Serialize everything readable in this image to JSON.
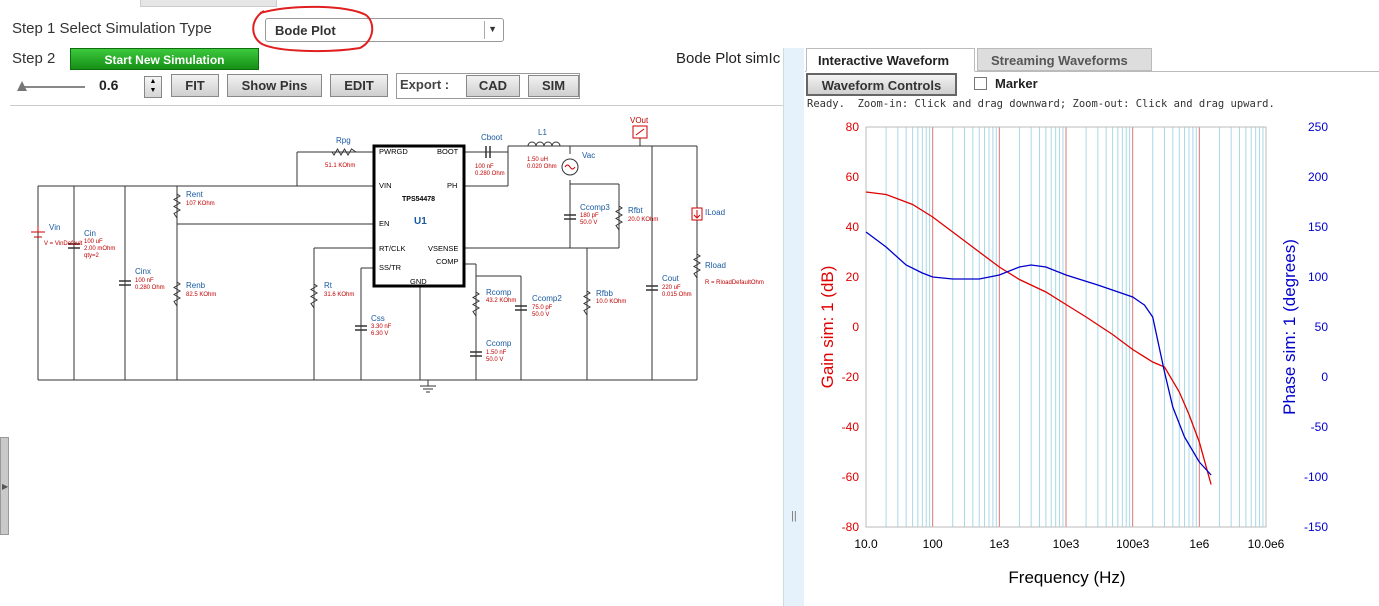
{
  "step1": {
    "label": "Step 1 Select Simulation Type",
    "select_value": "Bode Plot"
  },
  "step2": {
    "label": "Step 2",
    "start_button": "Start New Simulation",
    "status_text": "Bode Plot simIc"
  },
  "toolbar": {
    "zoom_value": "0.6",
    "fit": "FIT",
    "show_pins": "Show Pins",
    "edit": "EDIT",
    "export_label": "Export :",
    "cad": "CAD",
    "sim": "SIM"
  },
  "tabs": {
    "interactive": "Interactive Waveform",
    "streaming": "Streaming Waveforms"
  },
  "waveform": {
    "controls_button": "Waveform Controls",
    "marker_label": "Marker",
    "marker_checked": false,
    "status": "Ready.  Zoom-in: Click and drag downward; Zoom-out: Click and drag upward."
  },
  "colors": {
    "gain": "#e00000",
    "phase": "#0000cc",
    "start_green": "#22aa22",
    "annotation_circle": "#e02020"
  },
  "schematic": {
    "ic_name": "TPS54478",
    "ic_ref": "U1",
    "pins": {
      "pwrgd": "PWRGD",
      "boot": "BOOT",
      "vin": "VIN",
      "ph": "PH",
      "en": "EN",
      "rtclk": "RT/CLK",
      "vsense": "VSENSE",
      "sstr": "SS/TR",
      "comp": "COMP",
      "gnd": "GND"
    },
    "components": {
      "rpg": {
        "name": "Rpg",
        "value": "51.1 KOhm"
      },
      "cboot": {
        "name": "Cboot",
        "v1": "100 nF",
        "v2": "0.280 Ohm"
      },
      "l1": {
        "name": "L1",
        "v1": "1.50 uH",
        "v2": "0.020 Ohm"
      },
      "vac": {
        "name": "Vac"
      },
      "vout": {
        "name": "VOut"
      },
      "rent": {
        "name": "Rent",
        "value": "107 KOhm"
      },
      "renb": {
        "name": "Renb",
        "value": "82.5 KOhm"
      },
      "vin": {
        "name": "Vin",
        "value": "V = VinDefault"
      },
      "cin": {
        "name": "Cin",
        "v1": "100 uF",
        "v2": "2.00 mOhm",
        "v3": "qty=2"
      },
      "cinx": {
        "name": "Cinx",
        "v1": "100 nF",
        "v2": "0.280 Ohm"
      },
      "rt": {
        "name": "Rt",
        "value": "31.6 KOhm"
      },
      "css": {
        "name": "Css",
        "v1": "3.30 nF",
        "v2": "6.30 V"
      },
      "rcomp": {
        "name": "Rcomp",
        "value": "43.2 KOhm"
      },
      "ccomp2": {
        "name": "Ccomp2",
        "v1": "75.0 pF",
        "v2": "50.0 V"
      },
      "ccomp": {
        "name": "Ccomp",
        "v1": "1.50 nF",
        "v2": "50.0 V"
      },
      "ccomp3": {
        "name": "Ccomp3",
        "v1": "180 pF",
        "v2": "50.0 V"
      },
      "rfbt": {
        "name": "Rfbt",
        "value": "20.0 KOhm"
      },
      "rfbb": {
        "name": "Rfbb",
        "value": "10.0 KOhm"
      },
      "cout": {
        "name": "Cout",
        "v1": "220 uF",
        "v2": "0.015 Ohm"
      },
      "iload": {
        "name": "ILoad"
      },
      "rload": {
        "name": "Rload",
        "value": "R = RloadDefaultOhm"
      }
    }
  },
  "chart_data": {
    "type": "line",
    "xlabel": "Frequency (Hz)",
    "ylabel": "Gain sim:  1 (dB)",
    "y2label": "Phase sim:  1 (degrees)",
    "xscale": "log",
    "xlim": [
      10,
      10000000
    ],
    "ylim": [
      -80,
      80
    ],
    "y2lim": [
      -150,
      250
    ],
    "x_tick_labels": [
      "10.0",
      "100",
      "1e3",
      "10e3",
      "100e3",
      "1e6",
      "10.0e6"
    ],
    "y_tick_labels": [
      "80",
      "60",
      "40",
      "20",
      "0",
      "-20",
      "-40",
      "-60",
      "-80"
    ],
    "y2_tick_labels": [
      "250",
      "200",
      "150",
      "100",
      "50",
      "0",
      "-50",
      "-100",
      "-150"
    ],
    "grid": true,
    "series": [
      {
        "name": "Gain sim:  1 (dB)",
        "axis": "left",
        "color": "#e00000",
        "x": [
          10,
          20,
          50,
          100,
          200,
          500,
          1000,
          2000,
          5000,
          10000,
          20000,
          50000,
          100000,
          200000,
          300000,
          500000,
          700000,
          1000000,
          1500000
        ],
        "y": [
          54,
          53,
          49,
          44,
          38,
          30,
          24,
          19,
          14,
          9,
          4,
          -3,
          -9,
          -14,
          -16,
          -26,
          -35,
          -46,
          -63
        ]
      },
      {
        "name": "Phase sim:  1 (degrees)",
        "axis": "right",
        "color": "#0000cc",
        "x": [
          10,
          20,
          40,
          70,
          100,
          200,
          500,
          1000,
          2000,
          3000,
          5000,
          10000,
          30000,
          100000,
          150000,
          200000,
          300000,
          400000,
          600000,
          1000000,
          1500000
        ],
        "y": [
          145,
          130,
          112,
          104,
          100,
          98,
          98,
          102,
          110,
          112,
          110,
          102,
          92,
          80,
          72,
          60,
          5,
          -30,
          -60,
          -85,
          -98
        ]
      }
    ]
  }
}
